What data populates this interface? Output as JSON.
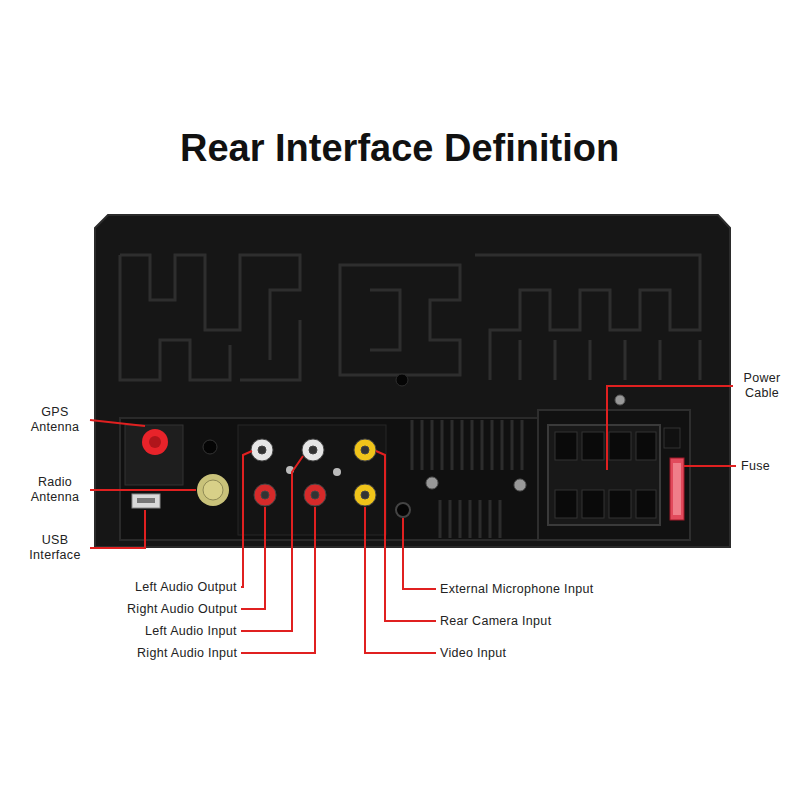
{
  "diagram": {
    "title": "Rear Interface Definition",
    "labels": [
      "GPS Antenna",
      "Radio Antenna",
      "USB Interface",
      "Power Cable",
      "Fuse",
      "Left Audio Output",
      "Right Audio Output",
      "Left Audio Input",
      "Right Audio Input",
      "External Microphone Input",
      "Rear Camera Input",
      "Video Input"
    ]
  }
}
